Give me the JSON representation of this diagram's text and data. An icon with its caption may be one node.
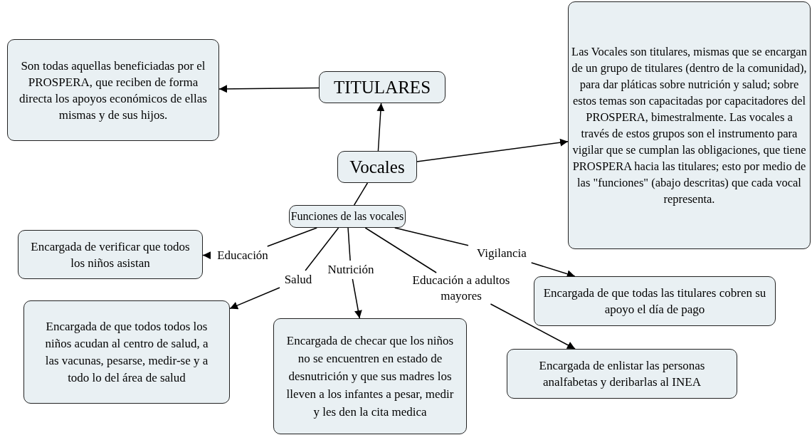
{
  "diagram": {
    "nodes": [
      {
        "text": [
          "TITULARES"
        ]
      },
      {
        "text": [
          "Son todas aquellas beneficiadas por el PROSPERA, que reciben de forma directa los apoyos económicos de ellas mismas y de sus hijos."
        ]
      },
      {
        "text": [
          "Vocales"
        ]
      },
      {
        "text": [
          "Las Vocales son titulares, mismas que se encargan de un grupo de titulares (dentro de la comunidad), para dar pláticas sobre nutrición y salud; sobre estos temas son capacitadas por capacitadores del PROSPERA, bimestralmente. Las vocales a través de estos grupos son el instrumento para vigilar que se cumplan las obligaciones, que tiene PROSPERA hacia las titulares; esto por medio de las \"funciones\" (abajo descritas) que cada vocal representa."
        ]
      },
      {
        "text": [
          "Funciones de las vocales"
        ]
      },
      {
        "text": [
          "Educación"
        ]
      },
      {
        "text": [
          "Encargada de verificar que todos los niños asistan"
        ]
      },
      {
        "text": [
          "Salud"
        ]
      },
      {
        "text": [
          "Encargada de que todos todos los niños acudan al centro de salud, a las vacunas, pesarse, medir-se y a todo lo del área de salud"
        ]
      },
      {
        "text": [
          "Nutrición"
        ]
      },
      {
        "text": [
          "Encargada de checar que los niños no se encuentren en estado de desnutrición y que sus madres los lleven a los infantes a pesar, medir y les den la cita medica"
        ]
      },
      {
        "text": [
          "Educación a adultos mayores"
        ]
      },
      {
        "text": [
          "Encargada de enlistar las personas analfabetas y deribarlas al INEA"
        ]
      },
      {
        "text": [
          "Vigilancia"
        ]
      },
      {
        "text": [
          "Encargada de que todas las titulares cobren su apoyo el día de pago"
        ]
      }
    ],
    "edges": [
      {
        "from": 2,
        "to": 0,
        "arrow": "to"
      },
      {
        "from": 0,
        "to": 1,
        "arrow": "to"
      },
      {
        "from": 2,
        "to": 3,
        "arrow": "to"
      },
      {
        "from": 2,
        "to": 4,
        "arrow": "none"
      },
      {
        "from": 4,
        "to": 5,
        "arrow": "none"
      },
      {
        "from": 5,
        "to": 6,
        "arrow": "to"
      },
      {
        "from": 4,
        "to": 7,
        "arrow": "none"
      },
      {
        "from": 7,
        "to": 8,
        "arrow": "to"
      },
      {
        "from": 4,
        "to": 9,
        "arrow": "none"
      },
      {
        "from": 9,
        "to": 10,
        "arrow": "to"
      },
      {
        "from": 4,
        "to": 11,
        "arrow": "none"
      },
      {
        "from": 11,
        "to": 12,
        "arrow": "to"
      },
      {
        "from": 4,
        "to": 13,
        "arrow": "none"
      },
      {
        "from": 13,
        "to": 14,
        "arrow": "to"
      }
    ]
  }
}
